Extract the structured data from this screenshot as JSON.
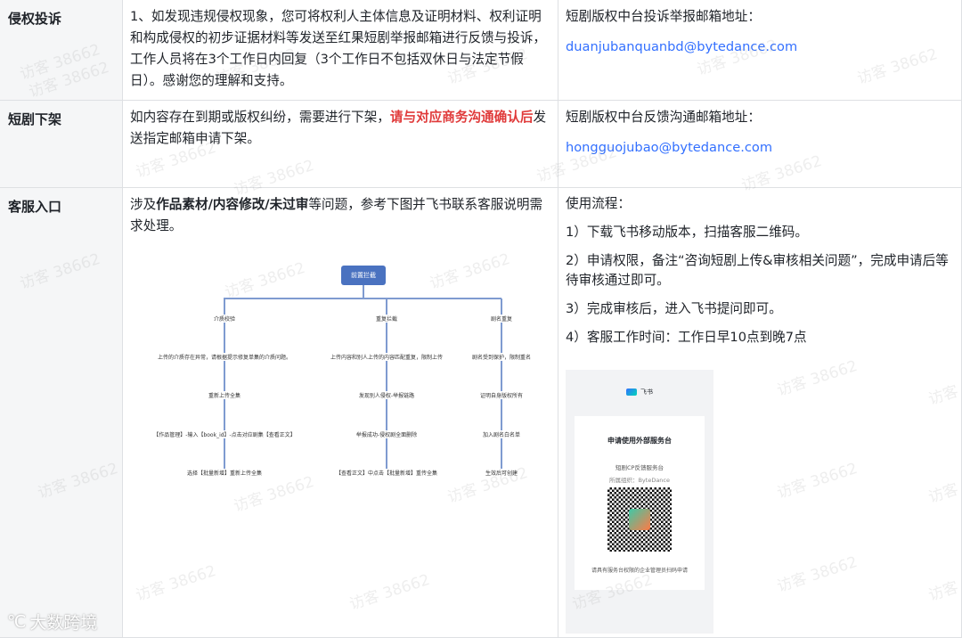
{
  "watermark": "访客 38662",
  "rows": [
    {
      "category": "侵权投诉",
      "description": "1、如发现违规侵权现象，您可将权利人主体信息及证明材料、权利证明和构成侵权的初步证据材料等发送至红果短剧举报邮箱进行反馈与投诉，工作人员将在3个工作日内回复（3个工作日不包括双休日与法定节假日）。感谢您的理解和支持。",
      "contact_label": "短剧版权中台投诉举报邮箱地址：",
      "email": "duanjubanquanbd@bytedance.com"
    },
    {
      "category": "短剧下架",
      "description_pre": "如内容存在到期或版权纠纷，需要进行下架，",
      "description_highlight": "请与对应商务沟通确认后",
      "description_post": "发送指定邮箱申请下架。",
      "contact_label": "短剧版权中台反馈沟通邮箱地址：",
      "email": "hongguojubao@bytedance.com"
    },
    {
      "category": "客服入口",
      "desc_parts": [
        "涉及",
        "作品素材/内容修改/未过审",
        "等问题，参考下图并飞书联系客服说明需求处理。"
      ],
      "process_title": "使用流程：",
      "steps": [
        "1）下载飞书移动版本，扫描客服二维码。",
        "2）申请权限，备注“咨询短剧上传&审核相关问题”，完成申请后等待审核通过即可。",
        "3）完成审核后，进入飞书提问即可。",
        "4）客服工作时间：工作日早10点到晚7点"
      ]
    }
  ],
  "diagram": {
    "root": "前置拦截",
    "branches": [
      {
        "title": "介质校验",
        "nodes": [
          "上传的介质存在异常，请根据提示修复单集的介质问题。",
          "重新上传全集",
          "【作品管理】-输入【book_id】-点击对应剧集【查看正文】",
          "选择【批量新增】重新上传全集"
        ]
      },
      {
        "title": "重复拦截",
        "nodes": [
          "上传内容和别人上传的内容匹配重复，限制上传",
          "发现别人侵权-举报链路",
          "举报成功-侵权剧全面删除",
          "【查看正文】中点击【批量新增】重传全集"
        ]
      },
      {
        "title": "剧名重复",
        "nodes": [
          "剧名受到保护，限制重名",
          "证明自身版权所有",
          "加入剧名白名单",
          "生效后可创建"
        ]
      }
    ]
  },
  "qr_card": {
    "app": "飞书",
    "title": "申请使用外部服务台",
    "service": "短剧CP反馈服务台",
    "org": "所属组织：ByteDance",
    "footer": "请具有服务台权限的企业管理员扫码申请"
  },
  "footer_logo": "大数跨境"
}
